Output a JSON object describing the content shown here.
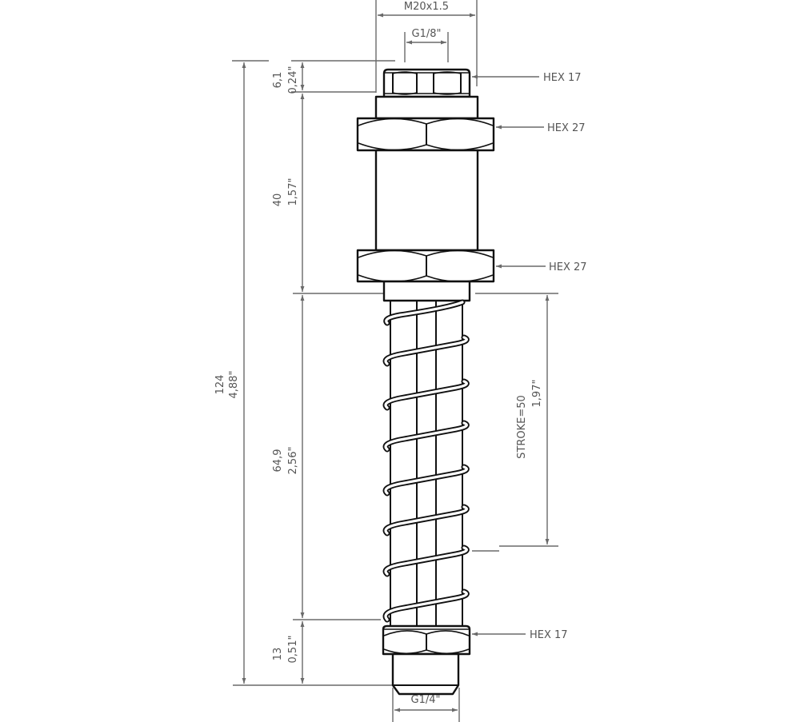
{
  "drawing": {
    "title": "Spring-loaded shock absorber / stop - side view",
    "line_color": "#111111",
    "dimension_color": "#6a6a6a",
    "background": "#ffffff"
  },
  "callouts": {
    "top_thread": "M20x1.5",
    "top_port": "G1/8\"",
    "top_hex": "HEX 17",
    "upper_nut": "HEX 27",
    "lower_nut": "HEX 27",
    "bottom_hex": "HEX 17",
    "bottom_port": "G1/4\""
  },
  "dimensions": {
    "overall": {
      "mm": "124",
      "inch": "4,88\""
    },
    "cap_height": {
      "mm": "6,1",
      "inch": "0,24\""
    },
    "body_height": {
      "mm": "40",
      "inch": "1,57\""
    },
    "spring_length": {
      "mm": "64,9",
      "inch": "2,56\""
    },
    "bottom_height": {
      "mm": "13",
      "inch": "0,51\""
    },
    "stroke": {
      "label": "STROKE=50",
      "inch": "1,97\""
    }
  }
}
